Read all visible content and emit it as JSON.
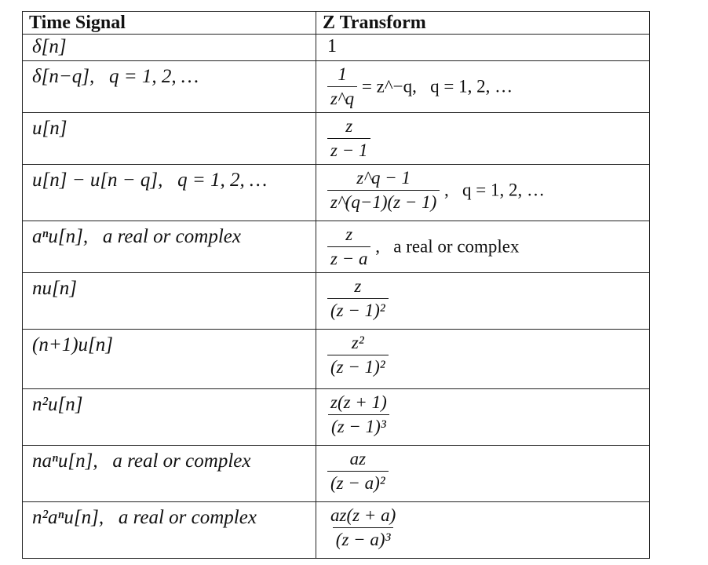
{
  "header": {
    "col1": "Time Signal",
    "col2": "Z Transform"
  },
  "rows": [
    {
      "signal": "δ[n]",
      "signal_note": "",
      "t_simple": "1"
    },
    {
      "signal": "δ[n−q],",
      "signal_note": "q = 1, 2, …",
      "t_num": "1",
      "t_den": "z^q",
      "t_rest": "= z^−q,",
      "t_note": "q = 1, 2, …"
    },
    {
      "signal": "u[n]",
      "signal_note": "",
      "t_num": "z",
      "t_den": "z − 1",
      "t_rest": "",
      "t_note": ""
    },
    {
      "signal": "u[n] − u[n − q],",
      "signal_note": "q = 1, 2, …",
      "t_num": "z^q − 1",
      "t_den": "z^(q−1)(z − 1)",
      "t_rest": ",",
      "t_note": "q = 1, 2, …"
    },
    {
      "signal": "aⁿu[n],",
      "signal_note": "a real or complex",
      "t_num": "z",
      "t_den": "z − a",
      "t_rest": ",",
      "t_note": "a real or complex"
    },
    {
      "signal": "nu[n]",
      "signal_note": "",
      "t_num": "z",
      "t_den": "(z − 1)²",
      "t_rest": "",
      "t_note": ""
    },
    {
      "signal": "(n+1)u[n]",
      "signal_note": "",
      "t_num": "z²",
      "t_den": "(z − 1)²",
      "t_rest": "",
      "t_note": ""
    },
    {
      "signal": "n²u[n]",
      "signal_note": "",
      "t_num": "z(z + 1)",
      "t_den": "(z − 1)³",
      "t_rest": "",
      "t_note": ""
    },
    {
      "signal": "naⁿu[n],",
      "signal_note": "a real or complex",
      "t_num": "az",
      "t_den": "(z − a)²",
      "t_rest": "",
      "t_note": ""
    },
    {
      "signal": "n²aⁿu[n],",
      "signal_note": "a real or complex",
      "t_num": "az(z + a)",
      "t_den": "(z − a)³",
      "t_rest": "",
      "t_note": ""
    }
  ]
}
